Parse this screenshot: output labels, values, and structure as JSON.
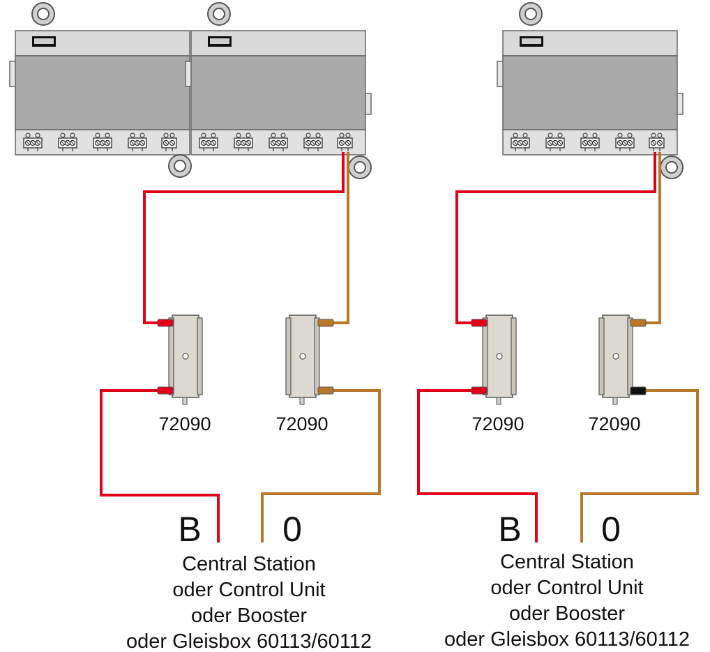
{
  "colors": {
    "wire_b": "#e2001a",
    "wire_0": "#b8782a",
    "module_body": "#a6a6a6",
    "module_top": "#dcdcdc",
    "module_edge": "#666666",
    "terminal": "#efefef",
    "module_switch_body": "#dcdad2"
  },
  "groups": [
    {
      "id": "left",
      "part_labels": [
        "72090",
        "72090"
      ],
      "terminal_b": "B",
      "terminal_0": "0",
      "caption": [
        "Central Station",
        "oder Control Unit",
        "oder Booster",
        "oder Gleisbox 60113/60112"
      ]
    },
    {
      "id": "right",
      "part_labels": [
        "72090",
        "72090"
      ],
      "terminal_b": "B",
      "terminal_0": "0",
      "caption": [
        "Central Station",
        "oder Control Unit",
        "oder Booster",
        "oder Gleisbox 60113/60112"
      ]
    }
  ]
}
